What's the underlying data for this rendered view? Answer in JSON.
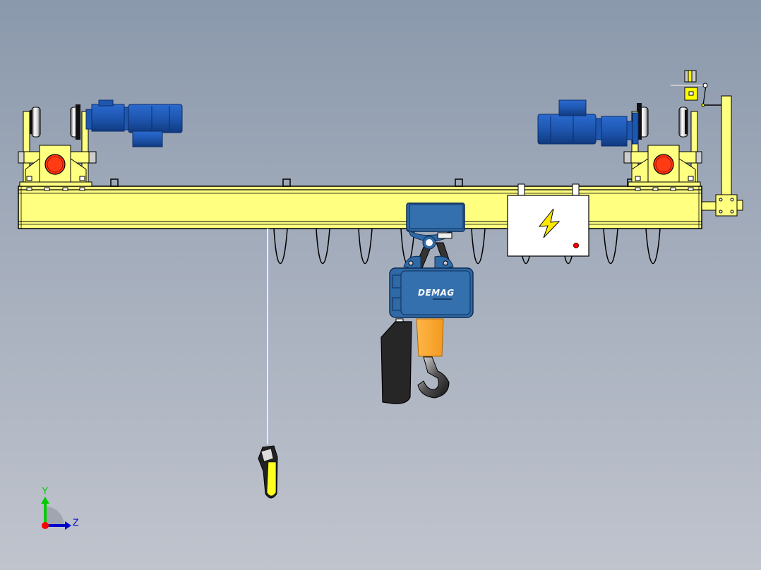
{
  "viewport": {
    "background_top": "#8a99ac",
    "background_bottom": "#c0c4cd"
  },
  "model": {
    "name": "single-girder-overhead-crane",
    "girder_color": "#ffff80",
    "motor_color": "#1e5aa8",
    "hoist_color": "#2f69a6",
    "hook_block_color": "#f8a52f",
    "wheel_hub_color": "#ff3b14"
  },
  "hoist": {
    "brand_label": "DEMAG"
  },
  "electrical_panel": {
    "symbol": "lightning-bolt",
    "indicator_color": "#ff0000"
  },
  "triad": {
    "y_label": "Y",
    "z_label": "Z",
    "y_color": "#00cc00",
    "z_color": "#0000cc",
    "x_color": "#ff0000"
  }
}
